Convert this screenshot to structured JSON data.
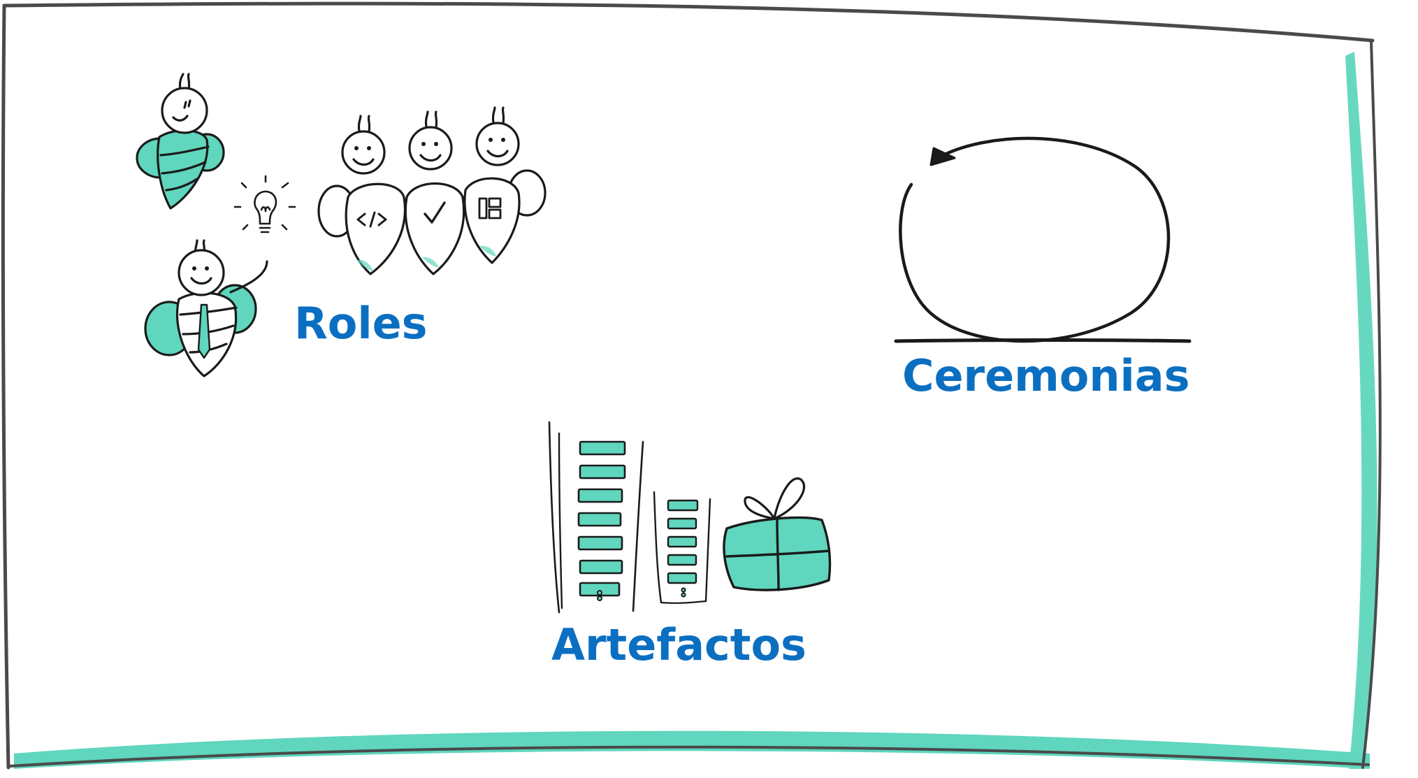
{
  "colors": {
    "teal": "#5fd6bd",
    "teal_dark": "#3fb9a0",
    "ink": "#1a1a1a",
    "frame": "#4a4a4a",
    "label_blue": "#0b6fc1"
  },
  "labels": {
    "roles": "Roles",
    "ceremonias": "Ceremonias",
    "artefactos": "Artefactos"
  },
  "icons": {
    "roles": [
      "bee-product-owner-icon",
      "bee-scrum-master-icon",
      "lightbulb-icon",
      "bee-team-icon",
      "code-icon",
      "check-icon",
      "board-icon"
    ],
    "ceremonias": "cycle-arrow-icon",
    "artefactos": [
      "backlog-list-icon",
      "sprint-list-icon",
      "gift-increment-icon"
    ]
  }
}
